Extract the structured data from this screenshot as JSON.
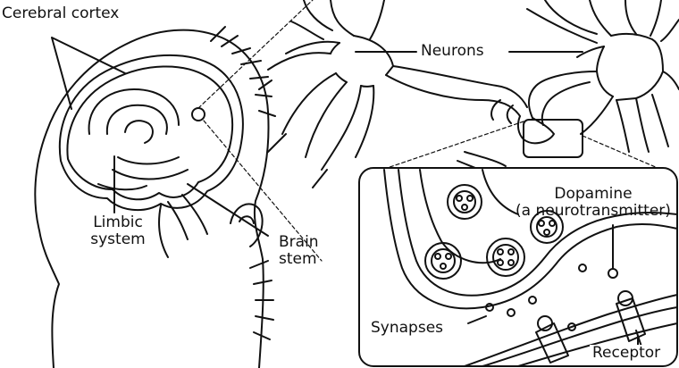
{
  "labels": {
    "cerebral_cortex": "Cerebral cortex",
    "neurons": "Neurons",
    "limbic_system_line1": "Limbic",
    "limbic_system_line2": "system",
    "brain_stem_line1": "Brain",
    "brain_stem_line2": "stem",
    "dopamine_line1": "Dopamine",
    "dopamine_line2": "(a neurotransmitter)",
    "synapses": "Synapses",
    "receptor": "Receptor"
  }
}
